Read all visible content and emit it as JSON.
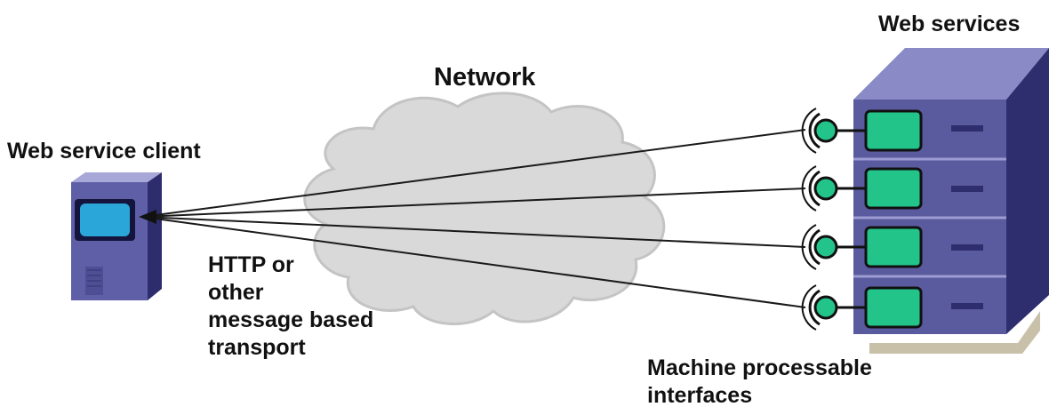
{
  "labels": {
    "web_service_client": "Web service client",
    "network": "Network",
    "web_services": "Web services",
    "transport": "HTTP or\nother\nmessage based\ntransport",
    "interfaces": "Machine processable\ninterfaces"
  },
  "colors": {
    "cloud": "#d9d9d9",
    "server_front": "#5a5a9e",
    "server_side": "#2e2e6e",
    "server_top": "#7f7fbf",
    "interface_fill": "#22c48a",
    "screen_fill": "#2aa6d8",
    "line": "#1a1a1a",
    "shadow": "#c8c0a8"
  },
  "icons": {
    "client": "desktop-computer-icon",
    "network": "cloud-icon",
    "services": "server-rack-icon",
    "interface": "socket-icon"
  }
}
